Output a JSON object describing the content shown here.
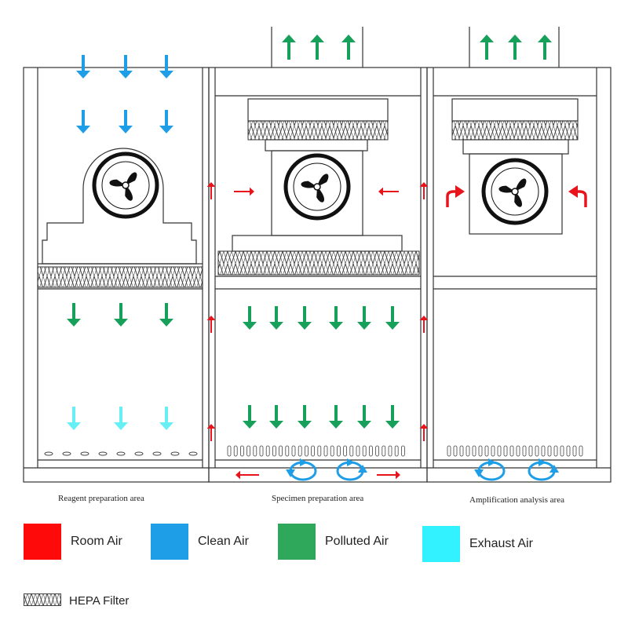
{
  "areas": [
    {
      "label": "Reagent preparation area"
    },
    {
      "label": "Specimen preparation area"
    },
    {
      "label": "Amplification analysis area"
    }
  ],
  "legend": [
    {
      "label": "Room Air",
      "color": "#ff0a0a"
    },
    {
      "label": "Clean Air",
      "color": "#1f9ee8"
    },
    {
      "label": "Polluted Air",
      "color": "#2fa85b"
    },
    {
      "label": "Exhaust Air",
      "color": "#33f2ff"
    }
  ],
  "hepa_legend": {
    "label": "HEPA Filter"
  },
  "colors": {
    "room_air": "#e8141b",
    "clean_air": "#1f9ee8",
    "polluted_air": "#17a05a",
    "exhaust_air": "#66f0f5",
    "outline": "#333333"
  },
  "icons": [
    "fan-icon",
    "arrow-icon",
    "circulation-icon",
    "hepa-filter-icon"
  ]
}
